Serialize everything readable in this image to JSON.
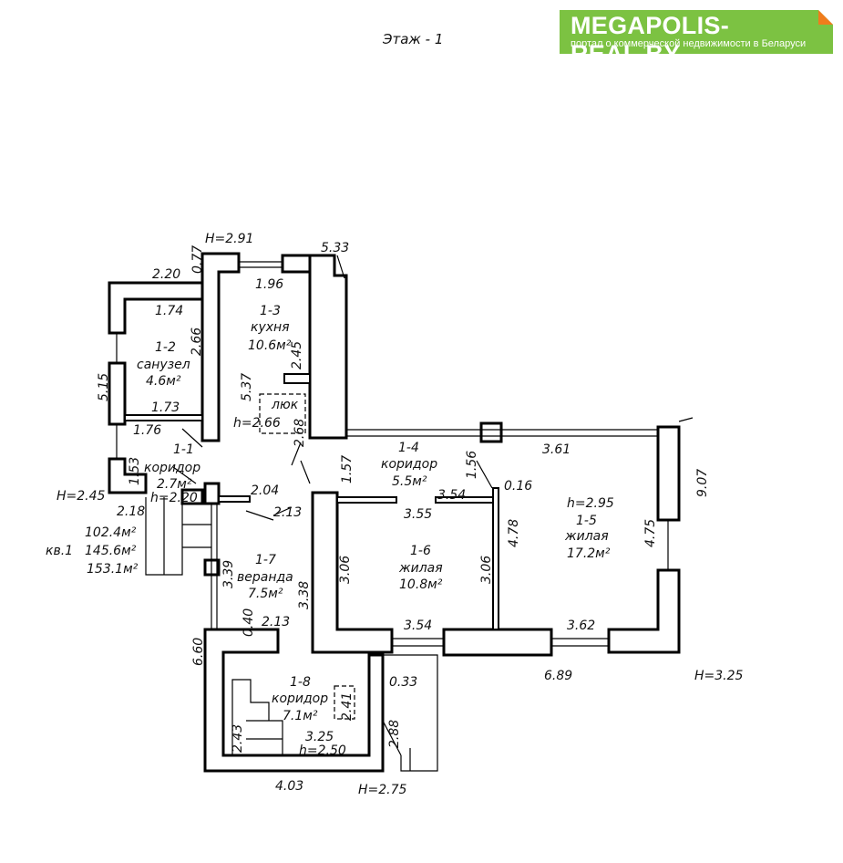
{
  "logo": {
    "title": "MEGAPOLIS-REAL.BY",
    "subtitle": "портал о коммерческой недвижимости в Беларуси",
    "color": "#7cc242",
    "accent": "#f07c1c"
  },
  "floor_title": "Этаж - 1",
  "rooms": [
    {
      "id": "1-1",
      "name": "коридор",
      "area": "2.7м²",
      "height": "h=2.20"
    },
    {
      "id": "1-2",
      "name": "санузел",
      "area": "4.6м²"
    },
    {
      "id": "1-3",
      "name": "кухня",
      "area": "10.6м²"
    },
    {
      "id": "1-4",
      "name": "коридор",
      "area": "5.5м²"
    },
    {
      "id": "1-5",
      "name": "жилая",
      "area": "17.2м²",
      "height": "h=2.95"
    },
    {
      "id": "1-6",
      "name": "жилая",
      "area": "10.8м²"
    },
    {
      "id": "1-7",
      "name": "веранда",
      "area": "7.5м²"
    },
    {
      "id": "1-8",
      "name": "коридор",
      "area": "7.1м²",
      "height": "h=2.50"
    }
  ],
  "hatch": {
    "label": "люк",
    "height": "h=2.66"
  },
  "apartment": {
    "label": "кв.1",
    "areas": [
      "102.4м²",
      "145.6м²",
      "153.1м²"
    ]
  },
  "heights": {
    "top": "H=2.91",
    "left": "H=2.45",
    "right": "H=3.25",
    "bottom": "H=2.75"
  },
  "dimensions": {
    "d533": "5.33",
    "d220": "2.20",
    "d077": "0.77",
    "d196": "1.96",
    "d174": "1.74",
    "d266a": "2.66",
    "d245": "2.45",
    "d515": "5.15",
    "d537": "5.37",
    "d173": "1.73",
    "d176": "1.76",
    "d268": "2.68",
    "d153": "1.53",
    "d218": "2.18",
    "d204": "2.04",
    "d213a": "2.13",
    "d157": "1.57",
    "d156": "1.56",
    "d016": "0.16",
    "d354a": "3.54",
    "d355": "3.55",
    "d361": "3.61",
    "d907": "9.07",
    "d475": "4.75",
    "d478": "4.78",
    "d306a": "3.06",
    "d306b": "3.06",
    "d339": "3.39",
    "d338": "3.38",
    "d040": "0.40",
    "d213b": "2.13",
    "d354b": "3.54",
    "d362": "3.62",
    "d660": "6.60",
    "d689": "6.89",
    "d033": "0.33",
    "d241": "2.41",
    "d243": "2.43",
    "d325": "3.25",
    "d288": "2.88",
    "d403": "4.03"
  }
}
